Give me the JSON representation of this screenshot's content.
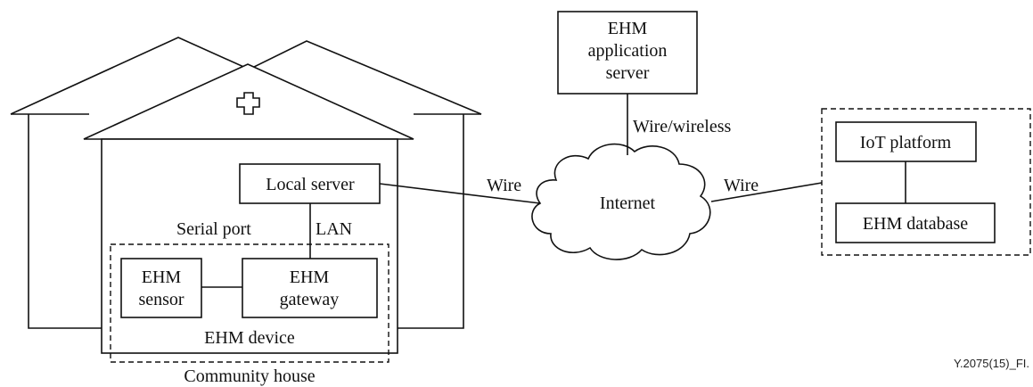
{
  "nodes": {
    "app_server": [
      "EHM",
      "application",
      "server"
    ],
    "iot_platform": "IoT platform",
    "ehm_database": "EHM database",
    "internet": "Internet",
    "local_server": "Local server",
    "ehm_sensor": [
      "EHM",
      "sensor"
    ],
    "ehm_gateway": [
      "EHM",
      "gateway"
    ]
  },
  "labels": {
    "wire_wireless": "Wire/wireless",
    "wire_left": "Wire",
    "wire_right": "Wire",
    "serial_port": "Serial port",
    "lan": "LAN",
    "ehm_device": "EHM device",
    "community_house": "Community house",
    "figure_id": "Y.2075(15)_FI."
  }
}
